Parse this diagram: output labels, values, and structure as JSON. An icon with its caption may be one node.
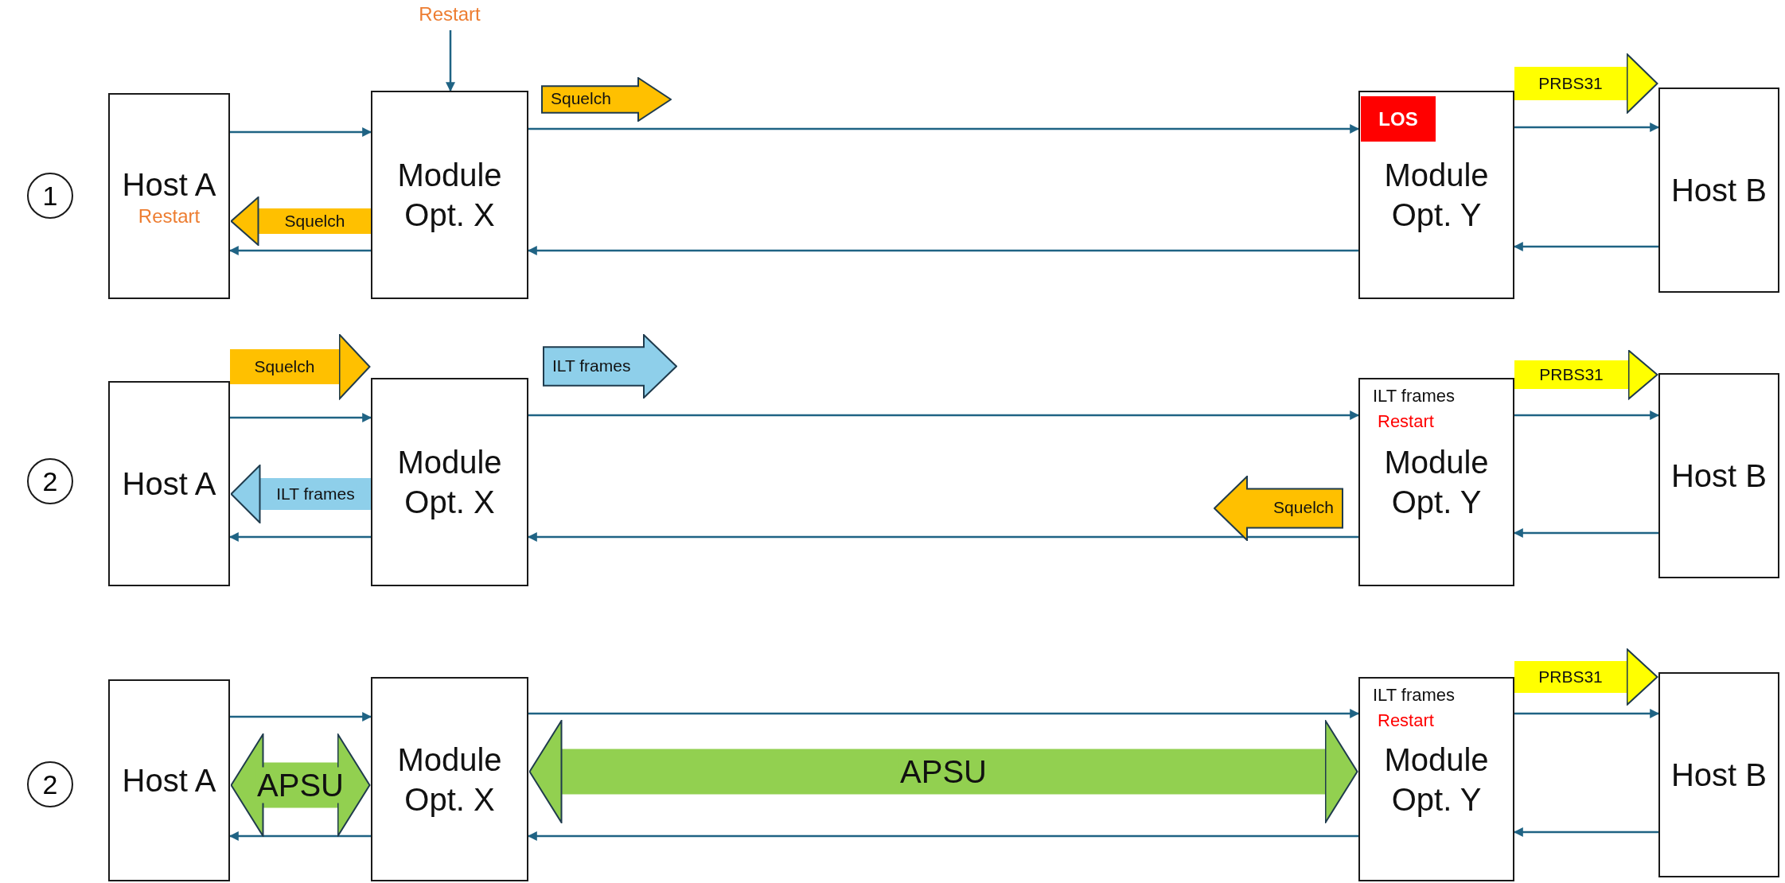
{
  "diagram": {
    "nodes": [
      {
        "text": [
          "1"
        ]
      },
      {
        "text": [
          "Host A",
          "Restart"
        ]
      },
      {
        "text": [
          "Restart"
        ]
      },
      {
        "text": [
          "Module Opt. X"
        ]
      },
      {
        "text": [
          "Squelch"
        ]
      },
      {
        "text": [
          "Module Opt. Y"
        ]
      },
      {
        "text": [
          "LOS"
        ],
        "in": 5
      },
      {
        "text": [
          "Host B"
        ]
      },
      {
        "text": [
          "2"
        ]
      },
      {
        "text": [
          "Host A"
        ]
      },
      {
        "text": [
          "Module Opt. X"
        ]
      },
      {
        "text": [
          "ILT frames"
        ]
      },
      {
        "text": [
          "ILT frames",
          "Restart",
          "Module Opt. Y"
        ]
      },
      {
        "text": [
          "Squelch"
        ]
      },
      {
        "text": [
          "Host B"
        ]
      },
      {
        "text": [
          "2"
        ]
      },
      {
        "text": [
          "Host A"
        ]
      },
      {
        "text": [
          "Module Opt. X"
        ]
      },
      {
        "text": [
          "ILT frames",
          "Restart",
          "Module Opt. Y"
        ]
      },
      {
        "text": [
          "Host B"
        ]
      }
    ],
    "edges": [
      {
        "from": 2,
        "to": 3,
        "arrow": "to"
      },
      {
        "from": 1,
        "to": 3,
        "arrow": "to"
      },
      {
        "from": 3,
        "to": 1,
        "arrow": "to"
      },
      {
        "from": 3,
        "to": 5,
        "arrow": "to"
      },
      {
        "from": 5,
        "to": 3,
        "arrow": "to"
      },
      {
        "from": 5,
        "to": 7,
        "arrow": "to"
      },
      {
        "from": 7,
        "to": 5,
        "arrow": "to"
      },
      {
        "from": 3,
        "to": 1,
        "arrow": "to",
        "label": "Squelch",
        "style": "thick",
        "color": "#ffc000"
      },
      {
        "from": 5,
        "to": 7,
        "arrow": "to",
        "label": "PRBS31",
        "style": "thick",
        "color": "#ffff00"
      },
      {
        "from": 9,
        "to": 10,
        "arrow": "to"
      },
      {
        "from": 10,
        "to": 9,
        "arrow": "to"
      },
      {
        "from": 10,
        "to": 12,
        "arrow": "to"
      },
      {
        "from": 12,
        "to": 10,
        "arrow": "to"
      },
      {
        "from": 12,
        "to": 14,
        "arrow": "to"
      },
      {
        "from": 14,
        "to": 12,
        "arrow": "to"
      },
      {
        "from": 9,
        "to": 10,
        "arrow": "to",
        "label": "Squelch",
        "style": "thick",
        "color": "#ffc000"
      },
      {
        "from": 10,
        "to": 9,
        "arrow": "to",
        "label": "ILT frames",
        "style": "thick",
        "color": "#8ecfea"
      },
      {
        "from": 12,
        "to": 14,
        "arrow": "to",
        "label": "PRBS31",
        "style": "thick",
        "color": "#ffff00"
      },
      {
        "from": 16,
        "to": 17,
        "arrow": "to"
      },
      {
        "from": 17,
        "to": 16,
        "arrow": "to"
      },
      {
        "from": 17,
        "to": 18,
        "arrow": "to"
      },
      {
        "from": 18,
        "to": 17,
        "arrow": "to"
      },
      {
        "from": 18,
        "to": 19,
        "arrow": "to"
      },
      {
        "from": 19,
        "to": 18,
        "arrow": "to"
      },
      {
        "from": 16,
        "to": 17,
        "arrow": "both",
        "label": "APSU",
        "style": "thick",
        "color": "#92d050"
      },
      {
        "from": 17,
        "to": 18,
        "arrow": "both",
        "label": "APSU",
        "style": "thick",
        "color": "#92d050"
      },
      {
        "from": 18,
        "to": 19,
        "arrow": "to",
        "label": "PRBS31",
        "style": "thick",
        "color": "#ffff00"
      }
    ]
  }
}
